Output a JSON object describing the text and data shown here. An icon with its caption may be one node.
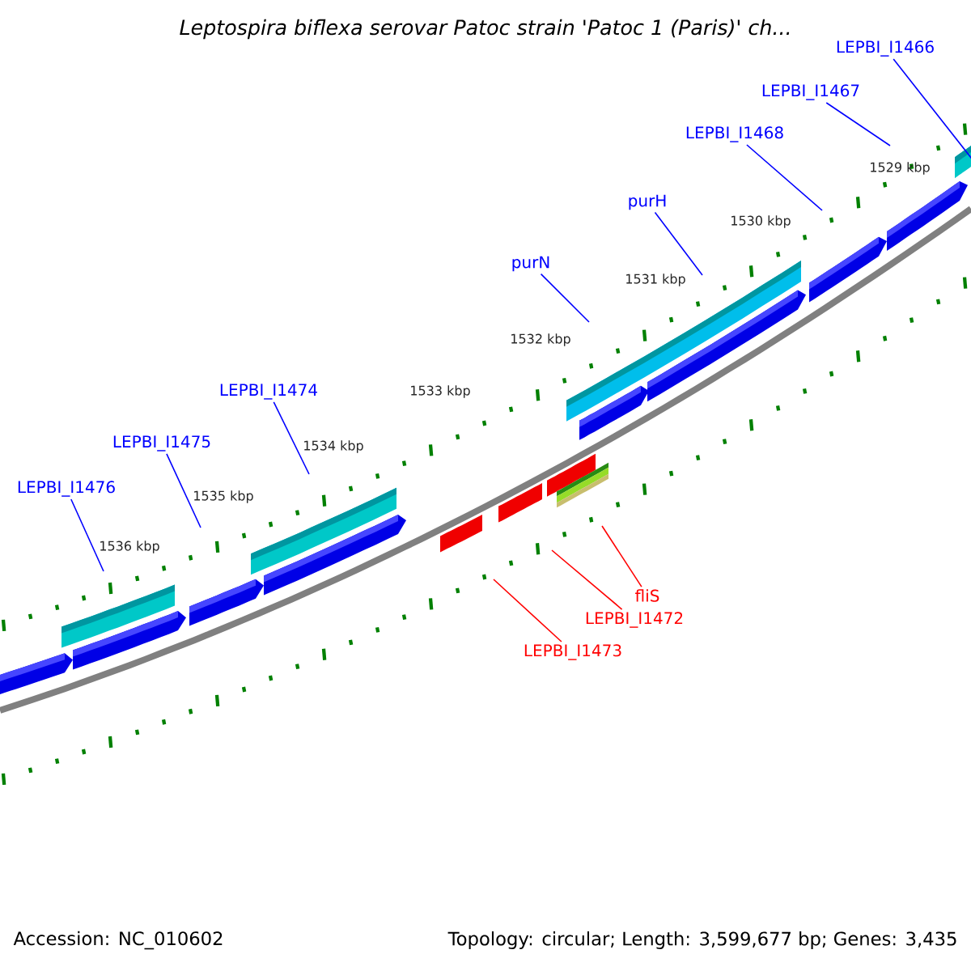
{
  "diagram": {
    "title": "Leptospira biflexa serovar Patoc strain 'Patoc 1 (Paris)' ch...",
    "nodes": [
      {
        "text": [
          "LEPBI_I1466"
        ]
      },
      {
        "text": [
          "LEPBI_I1467"
        ]
      },
      {
        "text": [
          "LEPBI_I1468"
        ]
      },
      {
        "text": [
          "purH"
        ]
      },
      {
        "text": [
          "purN"
        ]
      },
      {
        "text": [
          "LEPBI_I1474"
        ]
      },
      {
        "text": [
          "LEPBI_I1475"
        ]
      },
      {
        "text": [
          "LEPBI_I1476"
        ]
      },
      {
        "text": [
          "fliS"
        ]
      },
      {
        "text": [
          "LEPBI_I1472"
        ]
      },
      {
        "text": [
          "LEPBI_I1473"
        ]
      }
    ],
    "edges": [
      {
        "from": 0,
        "to": null,
        "arrow": "none"
      },
      {
        "from": 1,
        "to": null,
        "arrow": "none"
      },
      {
        "from": 2,
        "to": null,
        "arrow": "none"
      },
      {
        "from": 3,
        "to": null,
        "arrow": "none"
      },
      {
        "from": 4,
        "to": null,
        "arrow": "none"
      },
      {
        "from": 5,
        "to": null,
        "arrow": "none"
      },
      {
        "from": 6,
        "to": null,
        "arrow": "none"
      },
      {
        "from": 7,
        "to": null,
        "arrow": "none"
      },
      {
        "from": 8,
        "to": null,
        "arrow": "none",
        "color": "#ff0000"
      },
      {
        "from": 9,
        "to": null,
        "arrow": "none",
        "color": "#ff0000"
      },
      {
        "from": 10,
        "to": null,
        "arrow": "none",
        "color": "#ff0000"
      }
    ],
    "labels": [
      "1529 kbp",
      "1530 kbp",
      "1531 kbp",
      "1532 kbp",
      "1533 kbp",
      "1534 kbp",
      "1535 kbp",
      "1536 kbp",
      "Accession: NC_010602",
      "Topology: circular; Length: 3,599,677 bp; Genes: 3,435"
    ]
  }
}
